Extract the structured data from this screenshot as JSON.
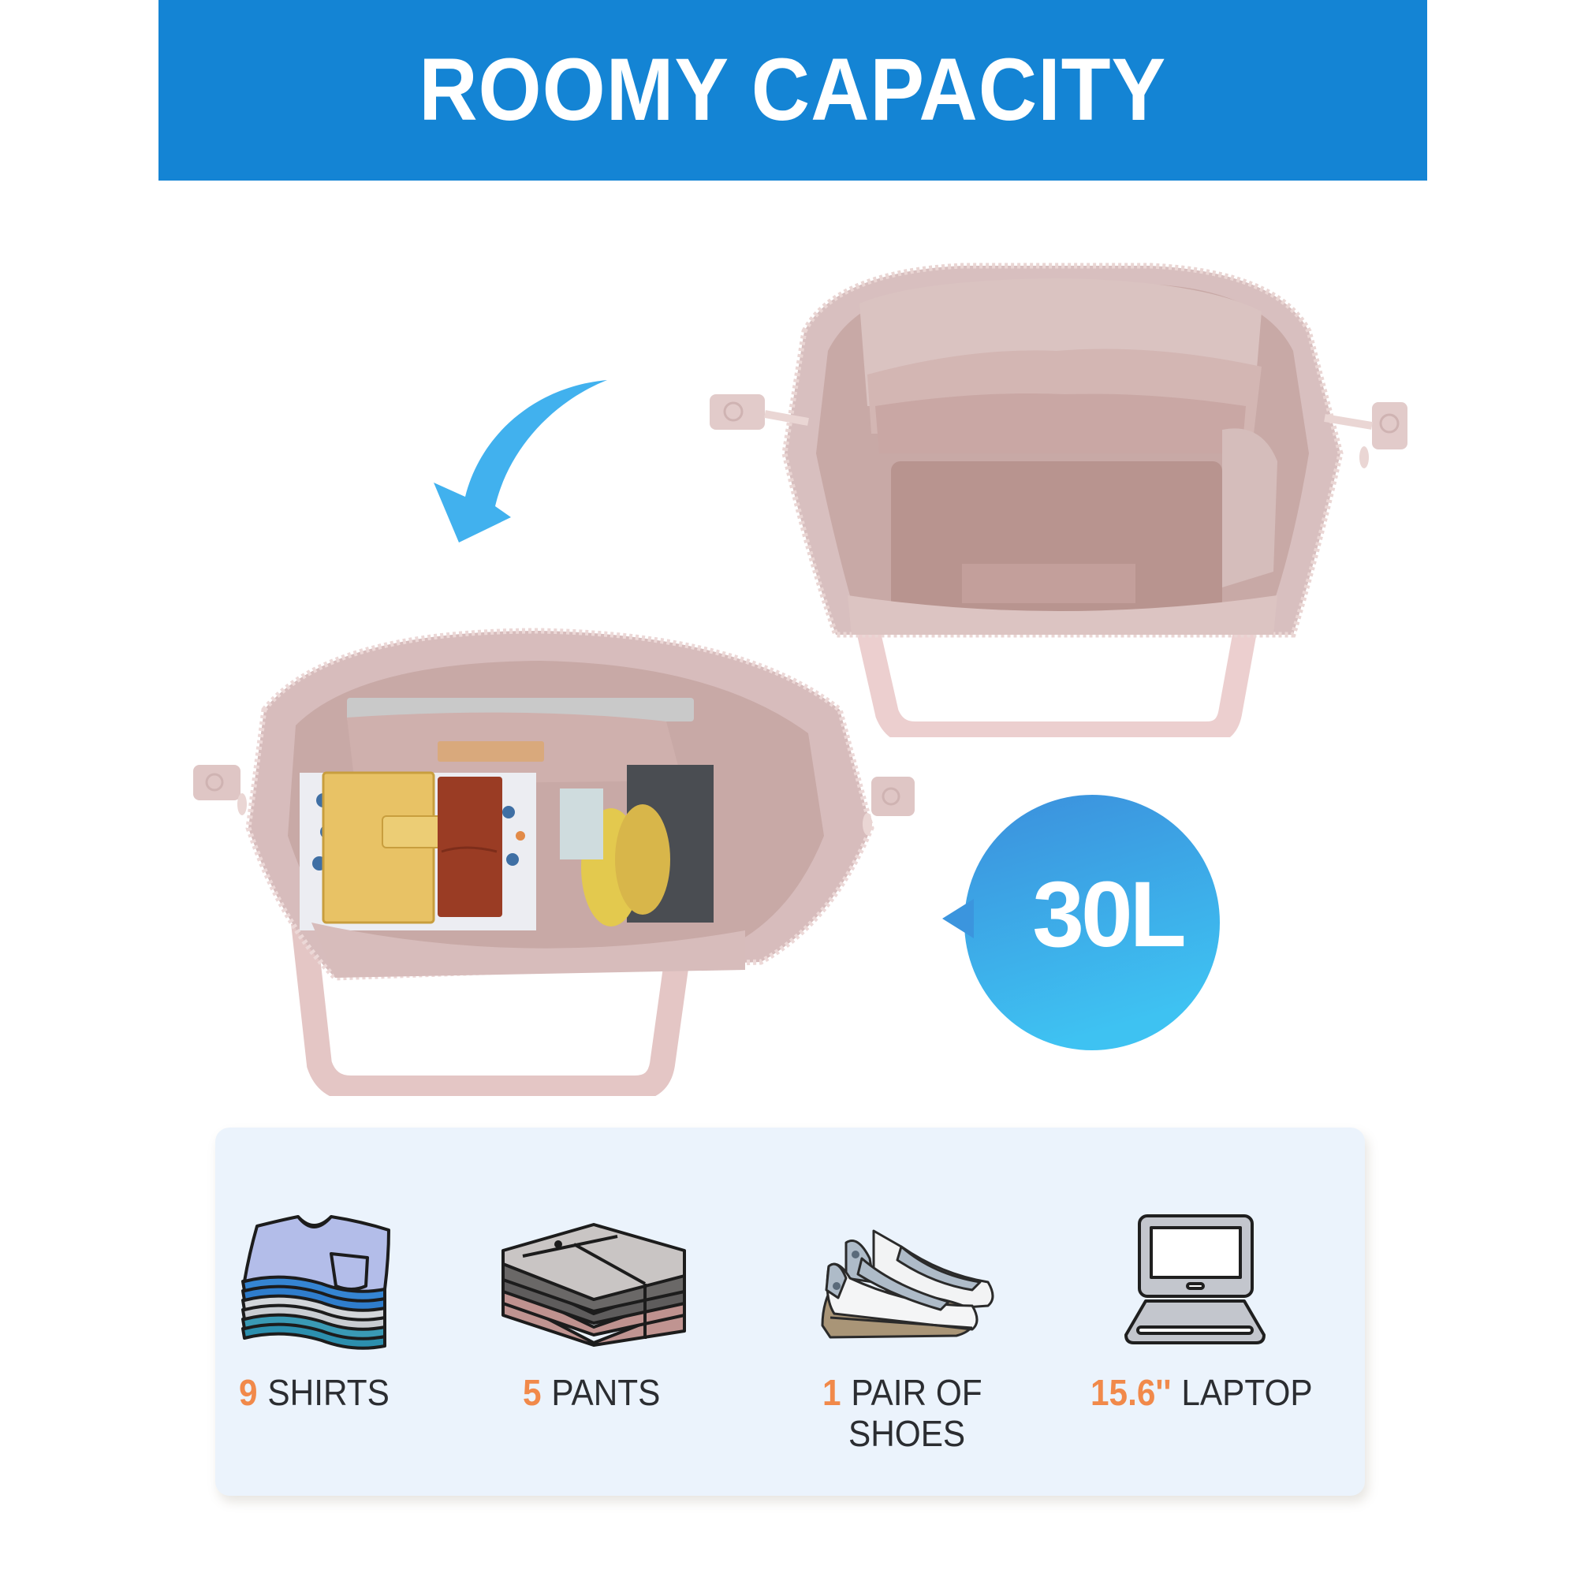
{
  "header": {
    "title": "ROOMY CAPACITY",
    "background_color": "#1484d4"
  },
  "images": {
    "empty_bag": {
      "alt": "Empty pink quilted bag, open, showing inner pockets"
    },
    "packed_bag": {
      "alt": "Packed pink quilted bag containing laptop, yellow notebook, brown wallet, pouch and yellow flats"
    },
    "arrow": {
      "icon": "curved-arrow-down-left",
      "color": "#41b1ee"
    }
  },
  "capacity_badge": {
    "value": "30L",
    "gradient_top": "#3b8fdc",
    "gradient_bottom": "#3ec2f2"
  },
  "features": {
    "accent_color": "#f1894a",
    "items": [
      {
        "icon": "shirts-stack-icon",
        "count": "9",
        "label": "SHIRTS"
      },
      {
        "icon": "pants-stack-icon",
        "count": "5",
        "label": "PANTS"
      },
      {
        "icon": "sneakers-icon",
        "count": "1",
        "label": "PAIR OF",
        "label_line2": "SHOES"
      },
      {
        "icon": "laptop-icon",
        "count": "15.6''",
        "label": "LAPTOP"
      }
    ]
  }
}
